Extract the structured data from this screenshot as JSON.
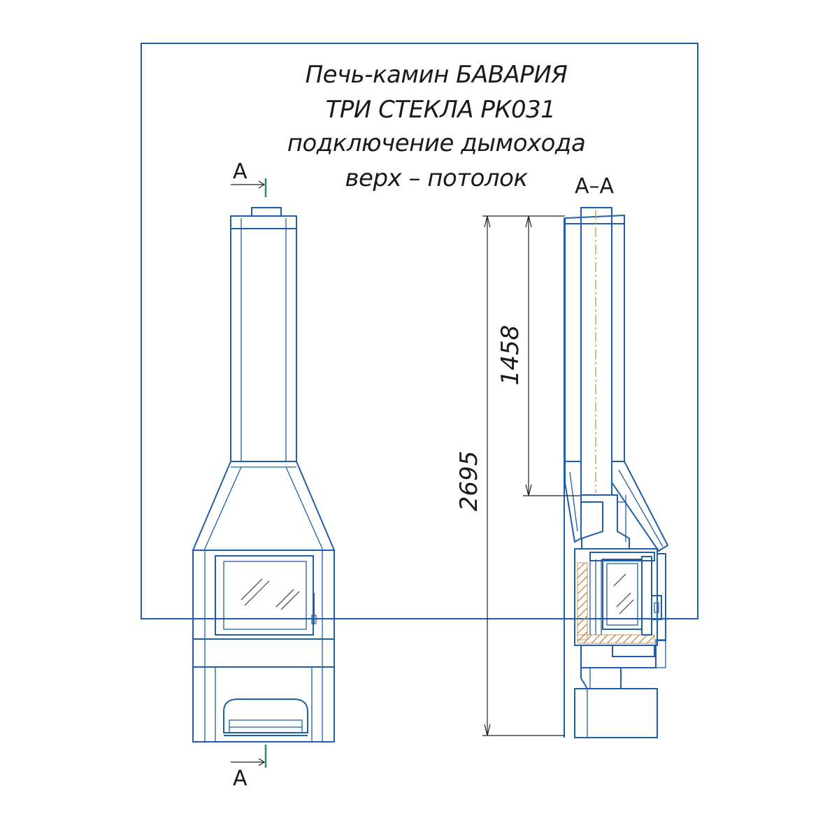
{
  "title": {
    "line1": "Печь-камин БАВАРИЯ",
    "line2": "ТРИ СТЕКЛА РК031",
    "line3": "подключение дымохода",
    "line4": "верх – потолок"
  },
  "section_marks": {
    "top": "A",
    "bottom": "A",
    "view": "A–A"
  },
  "dimensions": {
    "overall_height": "2695",
    "flue_height": "1458"
  },
  "colors": {
    "outline": "#1f5fa8",
    "dimension": "#222222",
    "section_marker": "#2a8a6a",
    "axis": "#d08a3a",
    "insulation": "#c9935a"
  }
}
